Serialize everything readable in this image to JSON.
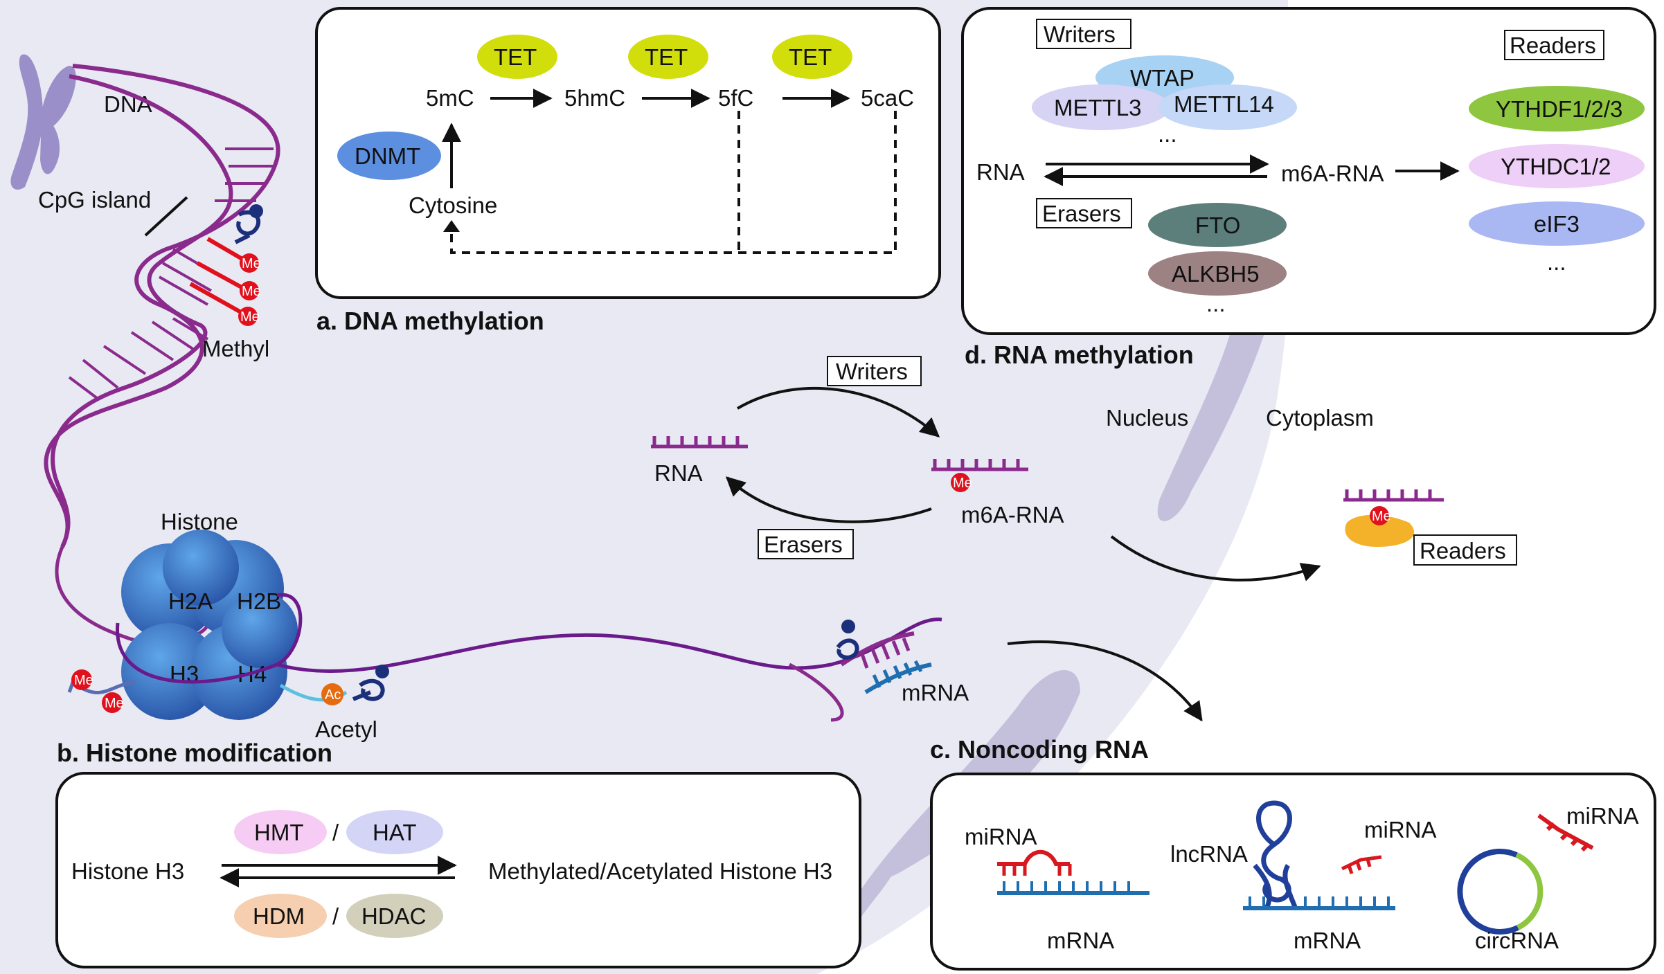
{
  "colors": {
    "background": "#e8e9f3",
    "cytoplasm": "#ffffff",
    "membrane": "#c4c0dc",
    "dna_strand": "#8a2a8c",
    "methyl_red": "#e0101c",
    "tet_yellow": "#d2de0c",
    "dnmt_blue": "#5d8fe0",
    "histone_blue": "#2f68b8",
    "mrna_blue": "#1f6fb0",
    "mirna_red": "#d7181f",
    "reader_orange": "#f4b22a"
  },
  "icons": [
    "chromosome-icon",
    "dna-helix-icon",
    "methyl-group-icon",
    "histone-octamer-icon",
    "acetyl-group-icon",
    "rna-strand-icon",
    "lncrna-structure-icon",
    "circrna-ring-icon",
    "reader-protein-icon"
  ],
  "labels": {
    "dna": "DNA",
    "cpg_island": "CpG island",
    "methyl": "Methyl",
    "me": "Me",
    "ac": "Ac",
    "histone": "Histone",
    "h2a": "H2A",
    "h2b": "H2B",
    "h3": "H3",
    "h4": "H4",
    "acetyl": "Acetyl",
    "mrna_center": "mRNA",
    "nucleus": "Nucleus",
    "cytoplasm": "Cytoplasm",
    "rna_center": "RNA",
    "m6a_center": "m6A-RNA",
    "writers_center": "Writers",
    "erasers_center": "Erasers",
    "readers_cyto": "Readers"
  },
  "panel_a": {
    "title": "a. DNA methylation",
    "tet": "TET",
    "dnmt": "DNMT",
    "c5mc": "5mC",
    "c5hmc": "5hmC",
    "c5fc": "5fC",
    "c5cac": "5caC",
    "cytosine": "Cytosine"
  },
  "panel_b": {
    "title": "b. Histone modification",
    "hmt": "HMT",
    "hat": "HAT",
    "hdm": "HDM",
    "hdac": "HDAC",
    "slash": "/",
    "left": "Histone H3",
    "right": "Methylated/Acetylated Histone H3"
  },
  "panel_c": {
    "title": "c. Noncoding RNA",
    "mirna1": "miRNA",
    "mrna1": "mRNA",
    "lncrna": "lncRNA",
    "mirna2": "miRNA",
    "mrna2": "mRNA",
    "mirna3": "miRNA",
    "circrna": "circRNA"
  },
  "panel_d": {
    "title": "d. RNA methylation",
    "writers": "Writers",
    "readers": "Readers",
    "erasers": "Erasers",
    "wtap": "WTAP",
    "mettl3": "METTL3",
    "mettl14": "METTL14",
    "writers_more": "...",
    "rna": "RNA",
    "m6a": "m6A-RNA",
    "fto": "FTO",
    "alkbh5": "ALKBH5",
    "erasers_more": "...",
    "ythdf": "YTHDF1/2/3",
    "ythdc": "YTHDC1/2",
    "eif3": "eIF3",
    "readers_more": "..."
  }
}
